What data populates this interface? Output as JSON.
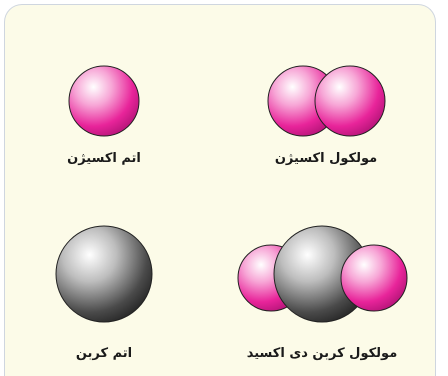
{
  "diagram": {
    "items": [
      {
        "label": "مولکول اکسیژن",
        "kind": "molecule",
        "atoms": [
          "oxygen",
          "oxygen"
        ]
      },
      {
        "label": "اتم اکسیژن",
        "kind": "atom",
        "atoms": [
          "oxygen"
        ]
      },
      {
        "label": "مولکول کربن دی اکسید",
        "kind": "molecule",
        "atoms": [
          "oxygen",
          "carbon",
          "oxygen"
        ]
      },
      {
        "label": "اتم کربن",
        "kind": "atom",
        "atoms": [
          "carbon"
        ]
      }
    ],
    "colors": {
      "oxygen": "#e8249a",
      "carbon": "#3a3a3a",
      "panel_background": "#fcfbe8",
      "panel_border": "#cfd6df"
    }
  }
}
